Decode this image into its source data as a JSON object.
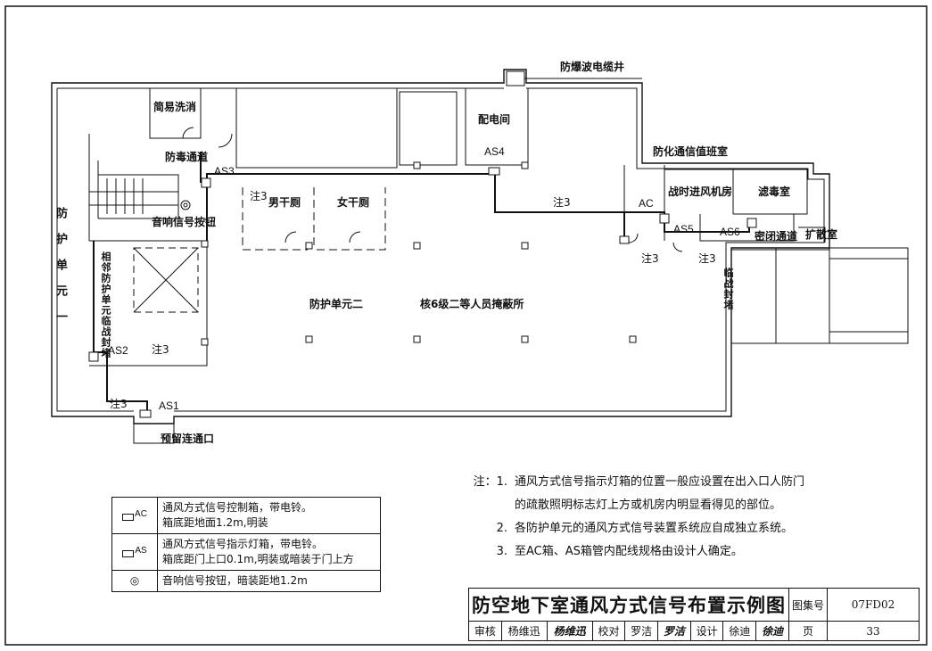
{
  "drawing": {
    "labels": {
      "cable_well": "防爆波电缆井",
      "distribution_room": "配电间",
      "simple_decon": "简易洗消",
      "decon_passage": "防毒通道",
      "signal_button_label": "音响信号按钮",
      "comm_duty_room": "防化通信值班室",
      "wartime_fan_room": "战时进风机房",
      "filter_room": "滤毒室",
      "airlock": "密闭通道",
      "expansion_room": "扩散室",
      "male_toilet": "男干厕",
      "female_toilet": "女干厕",
      "unit_two": "防护单元二",
      "shelter_desc": "核6级二等人员掩蔽所",
      "unit_one": "防护单元一",
      "adjacent_wall": "相邻防护单元临战封堵",
      "wartime_block": "临战封堵",
      "reserved_passage": "预留连通口",
      "note3": "注3"
    },
    "boxes": {
      "as1": "AS1",
      "as2": "AS2",
      "as3": "AS3",
      "as4": "AS4",
      "as5": "AS5",
      "as6": "AS6",
      "ac": "AC"
    }
  },
  "legend": [
    {
      "symbol": "AC",
      "lines": [
        "通风方式信号控制箱，带电铃。",
        "箱底距地面1.2m,明装"
      ]
    },
    {
      "symbol": "AS",
      "lines": [
        "通风方式信号指示灯箱，带电铃。",
        "箱底距门上口0.1m,明装或暗装于门上方"
      ]
    },
    {
      "symbol": "◎",
      "lines": [
        "音响信号按钮，暗装距地1.2m"
      ]
    }
  ],
  "notes": {
    "prefix": "注：",
    "items": [
      {
        "num": "1.",
        "lines": [
          "通风方式信号指示灯箱的位置一般应设置在出入口人防门",
          "的疏散照明标志灯上方或机房内明显看得见的部位。"
        ]
      },
      {
        "num": "2.",
        "lines": [
          "各防护单元的通风方式信号装置系统应自成独立系统。"
        ]
      },
      {
        "num": "3.",
        "lines": [
          "至AC箱、AS箱管内配线规格由设计人确定。"
        ]
      }
    ]
  },
  "title_block": {
    "title": "防空地下室通风方式信号布置示例图",
    "atlas_label": "图集号",
    "atlas_code": "07FD02",
    "page_label": "页",
    "page_number": "33",
    "review_label": "审核",
    "reviewer": "杨维迅",
    "reviewer_sig": "杨维迅",
    "check_label": "校对",
    "checker": "罗洁",
    "checker_sig": "罗洁",
    "design_label": "设计",
    "designer": "徐迪",
    "designer_sig": "徐迪"
  }
}
